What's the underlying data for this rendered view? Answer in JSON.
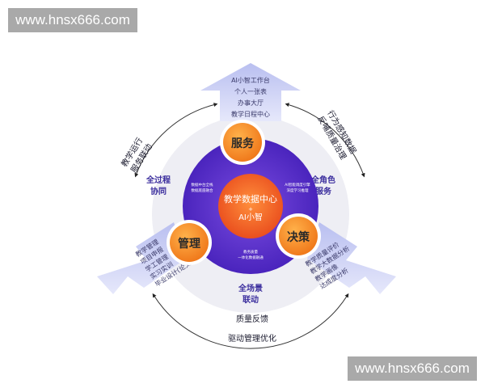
{
  "watermark": "www.hnsx666.com",
  "center": {
    "line1": "教学数据中心",
    "plus": "+",
    "line2": "AI小智"
  },
  "nodes": {
    "service": "服务",
    "manage": "管理",
    "decide": "决策"
  },
  "ring_labels": {
    "full_process": [
      "全过程",
      "协同"
    ],
    "full_role": [
      "全角色",
      "服务"
    ],
    "full_scene": [
      "全场景",
      "联动"
    ]
  },
  "inner_notes": {
    "left": [
      "数据中台全栈",
      "数据底座融合"
    ],
    "right": [
      "AI智能调度引擎",
      "深度学习推理"
    ],
    "bottom": [
      "教务质量",
      "一体化数据融通"
    ]
  },
  "arrow_up_items": [
    "AI小智工作台",
    "个人一张表",
    "办事大厅",
    "教学日程中心"
  ],
  "arrow_left_items": [
    "教学管理",
    "项目申报",
    "学工管理",
    "实习实训",
    "毕业设计(论文)"
  ],
  "arrow_right_items": [
    "教学质量评价",
    "教学大数据分析",
    "教学画像",
    "达成度分析"
  ],
  "outer_labels": {
    "top_left": [
      "教学运行",
      "服务联动"
    ],
    "top_right": [
      "行为感知数据",
      "反哺质量治理"
    ],
    "bottom": [
      "质量反馈",
      "驱动管理优化"
    ]
  },
  "colors": {
    "orange": "#f26a21",
    "purple": "#6e3fd6",
    "deep_purple": "#3b1ca8",
    "ring": "#efeff5",
    "arrow": "#c9cdf2"
  }
}
